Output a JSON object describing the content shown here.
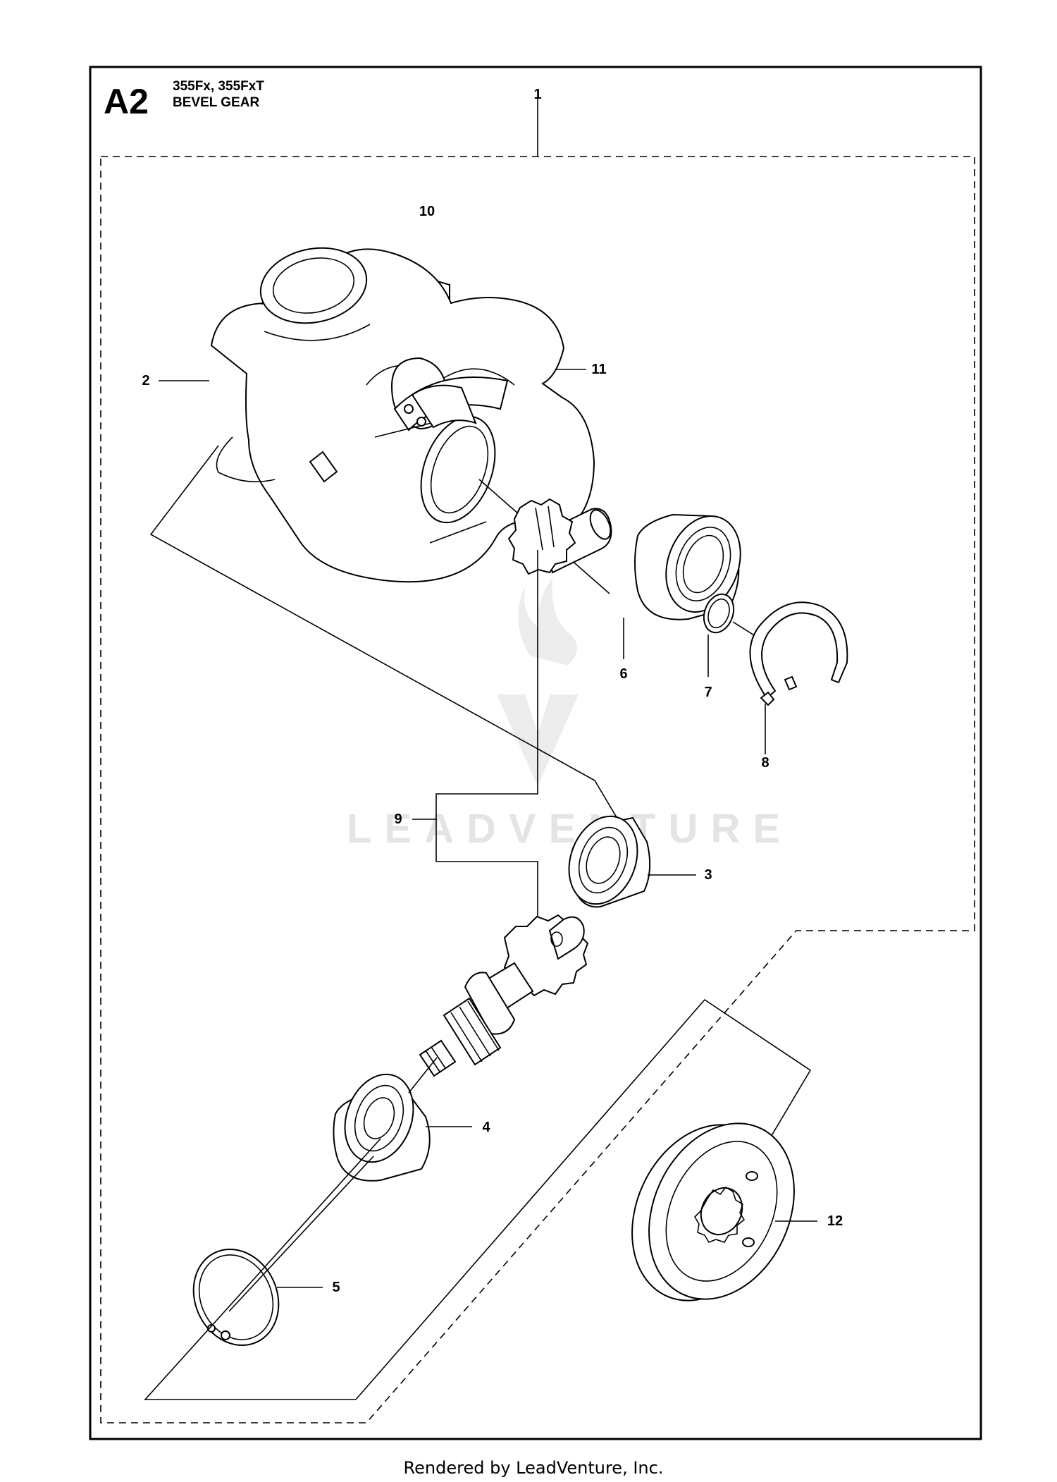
{
  "header": {
    "section_code": "A2",
    "models": "355Fx, 355FxT",
    "title": "BEVEL GEAR"
  },
  "callouts": {
    "c1": "1",
    "c2": "2",
    "c3": "3",
    "c4": "4",
    "c5": "5",
    "c6": "6",
    "c7": "7",
    "c8": "8",
    "c9": "9",
    "c10": "10",
    "c11": "11",
    "c12": "12"
  },
  "watermark": "LEADVENTURE",
  "footer": "Rendered by LeadVenture, Inc."
}
